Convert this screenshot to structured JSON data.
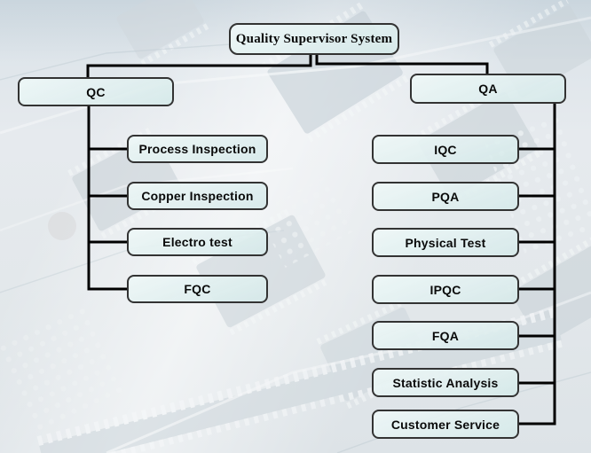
{
  "diagram": {
    "title": "Quality Supervisor System",
    "branches": [
      {
        "label": "QC",
        "children": [
          {
            "label": "Process Inspection"
          },
          {
            "label": "Copper Inspection"
          },
          {
            "label": "Electro test"
          },
          {
            "label": "FQC"
          }
        ]
      },
      {
        "label": "QA",
        "children": [
          {
            "label": "IQC"
          },
          {
            "label": "PQA"
          },
          {
            "label": "Physical Test"
          },
          {
            "label": "IPQC"
          },
          {
            "label": "FQA"
          },
          {
            "label": "Statistic Analysis"
          },
          {
            "label": "Customer Service"
          }
        ]
      }
    ],
    "colors": {
      "node_fill": "#ddecec",
      "node_border": "#333333",
      "connector": "#000000",
      "background": "#e3e9ed"
    }
  }
}
